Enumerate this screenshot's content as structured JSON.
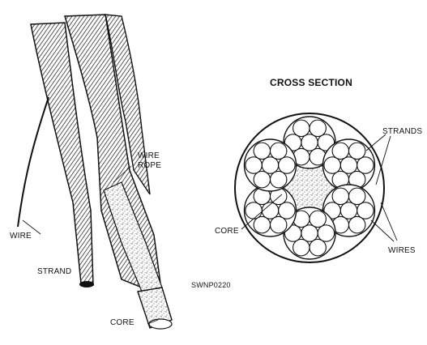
{
  "figure": {
    "title": "CROSS SECTION",
    "labels": {
      "wire": "WIRE",
      "strand": "STRAND",
      "core": "CORE",
      "wire_rope_line1": "WIRE",
      "wire_rope_line2": "ROPE",
      "cs_strands": "STRANDS",
      "cs_core": "CORE",
      "cs_wires": "WIRES",
      "figure_code": "SWNP0220"
    }
  },
  "cross_section": {
    "strand_count": 6,
    "wires_per_strand": 7
  },
  "colors": {
    "ink": "#111111",
    "paper": "#ffffff",
    "core_fill": "#cfcfcf"
  }
}
